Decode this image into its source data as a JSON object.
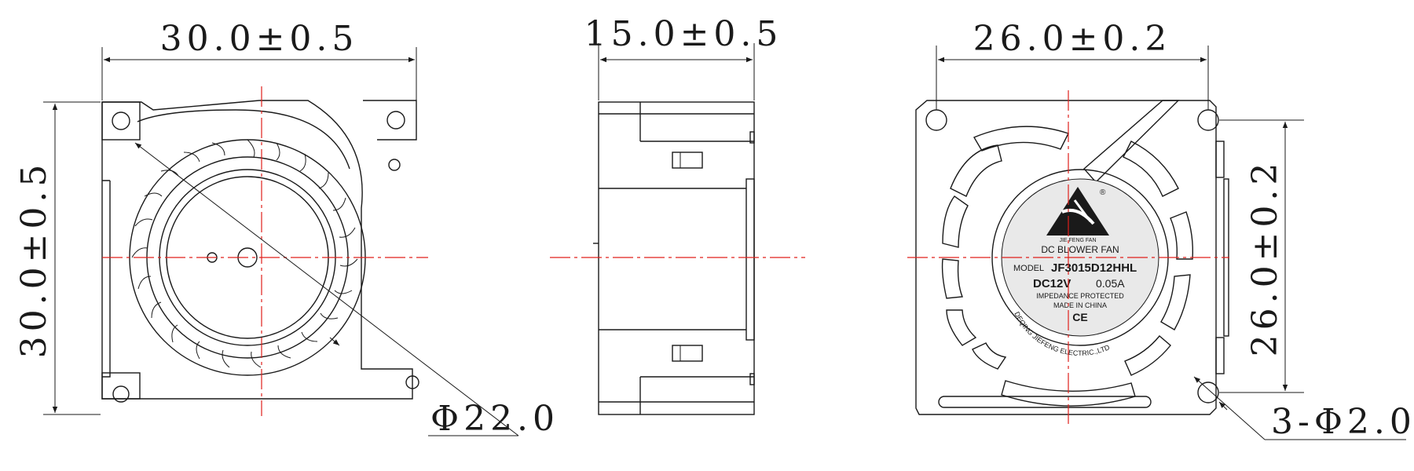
{
  "colors": {
    "outline": "#1a1a1a",
    "centerline": "#e0201c",
    "label_face": "#e9e9e9",
    "background": "#ffffff"
  },
  "front_view": {
    "width_dim": "30.0±0.5",
    "height_dim": "30.0±0.5",
    "diameter_dim": "Φ22.0"
  },
  "side_view": {
    "depth_dim": "15.0±0.5"
  },
  "back_view": {
    "hole_spacing_h": "26.0±0.2",
    "hole_spacing_v": "26.0±0.2",
    "hole_callout": "3-Φ2.0",
    "label": {
      "brand_mark": "JIE FENG FAN",
      "registered": "®",
      "product": "DC BLOWER FAN",
      "model_prefix": "MODEL",
      "model": "JF3015D12HHL",
      "voltage": "DC12V",
      "current": "0.05A",
      "impedance": "IMPEDANCE PROTECTED",
      "origin": "MADE IN CHINA",
      "ce_mark": "CE",
      "maker": "DEQING JIEFENG ELECTRIC.,LTD"
    }
  }
}
